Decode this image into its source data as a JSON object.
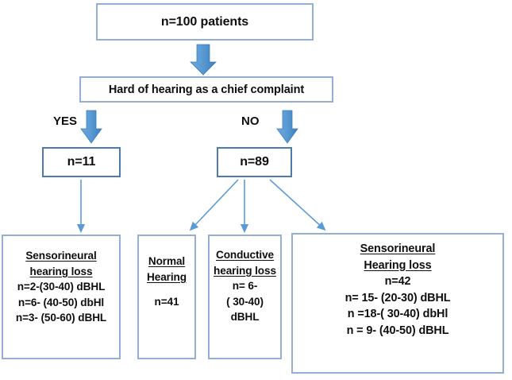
{
  "diagram": {
    "title": "Hearing loss patient flowchart",
    "colors": {
      "box_border_light": "#95afd4",
      "box_border_dark": "#4e7aac",
      "arrow_fill_top": "#6fa8dc",
      "arrow_fill_bottom": "#3d7ebb",
      "thin_arrow": "#5b9bd5",
      "text": "#0f0f0f",
      "background": "#ffffff"
    },
    "nodes": {
      "total": {
        "label": "n=100 patients"
      },
      "chief_complaint": {
        "label": "Hard of hearing as a chief complaint"
      },
      "yes_branch_label": "YES",
      "no_branch_label": "NO",
      "yes_count": {
        "label": "n=11"
      },
      "no_count": {
        "label": "n=89"
      },
      "snhl_yes": {
        "heading_line1": "Sensorineural",
        "heading_line2": "hearing loss",
        "rows": [
          "n=2-(30-40) dBHL",
          "n=6- (40-50) dbHl",
          "n=3- (50-60) dBHL"
        ]
      },
      "normal_hearing": {
        "heading_line1": "Normal",
        "heading_line2": "Hearing",
        "rows": [
          "n=41"
        ]
      },
      "conductive": {
        "heading_line1": "Conductive",
        "heading_line2": "hearing loss",
        "rows": [
          "n= 6-",
          "( 30-40)",
          "dBHL"
        ]
      },
      "snhl_no": {
        "heading_line1": "Sensorineural",
        "heading_line2": "Hearing loss",
        "total": "n=42",
        "rows": [
          "n= 15- (20-30) dBHL",
          "n =18-( 30-40) dbHl",
          "n = 9- (40-50) dBHL"
        ]
      }
    },
    "edges": [
      {
        "from": "total",
        "to": "chief_complaint",
        "style": "block-arrow"
      },
      {
        "from": "chief_complaint",
        "to": "yes_count",
        "style": "block-arrow",
        "label": "YES"
      },
      {
        "from": "chief_complaint",
        "to": "no_count",
        "style": "block-arrow",
        "label": "NO"
      },
      {
        "from": "yes_count",
        "to": "snhl_yes",
        "style": "thin-arrow"
      },
      {
        "from": "no_count",
        "to": "normal_hearing",
        "style": "thin-arrow"
      },
      {
        "from": "no_count",
        "to": "conductive",
        "style": "thin-arrow"
      },
      {
        "from": "no_count",
        "to": "snhl_no",
        "style": "thin-arrow"
      }
    ]
  }
}
